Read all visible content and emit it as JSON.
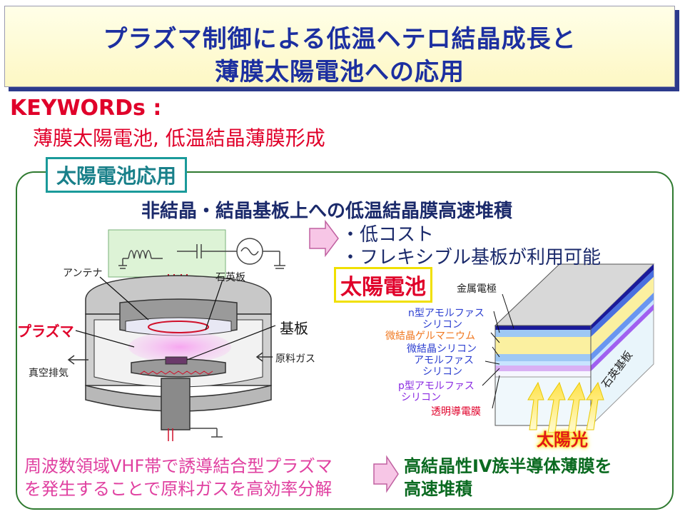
{
  "title": {
    "line1": "プラズマ制御による低温ヘテロ結晶成長と",
    "line2": "薄膜太陽電池への応用"
  },
  "keywords": {
    "label": "KEYWORDs :",
    "text": "薄膜太陽電池, 低温結晶薄膜形成"
  },
  "section": {
    "label": "太陽電池応用",
    "subheading": "非結晶・結晶基板上への低温結晶膜高速堆積",
    "bullets": [
      "・低コスト",
      "・フレキシブル基板が利用可能"
    ],
    "solar_cell_label": "太陽電池"
  },
  "reactor": {
    "antenna": "アンテナ",
    "quartz_plate": "石英板",
    "plasma": "プラズマ",
    "substrate": "基板",
    "vacuum_exhaust": "真空排気",
    "source_gas": "原料ガス"
  },
  "solar_cell": {
    "metal_electrode": "金属電極",
    "layers": [
      {
        "line1": "n型アモルファス",
        "line2": "シリコン",
        "color": "#2c3fd0"
      },
      {
        "line1": "微結晶ゲルマニウム",
        "line2": "",
        "color": "#f07820"
      },
      {
        "line1": "微結晶シリコン",
        "line2": "",
        "color": "#2c3fd0"
      },
      {
        "line1": "アモルファス",
        "line2": "シリコン",
        "color": "#2c3fd0"
      },
      {
        "line1": "p型アモルファス",
        "line2": "シリコン",
        "color": "#8a2be2"
      },
      {
        "line1": "透明導電膜",
        "line2": "",
        "color": "#e0002a"
      }
    ],
    "quartz_substrate": "石英基板",
    "sunlight": "太陽光"
  },
  "bottom": {
    "left_line1": "周波数領域VHF帯で誘導結合型プラズマ",
    "left_line2": "を発生することで原料ガスを高効率分解",
    "right_line1": "高結晶性IV族半導体薄膜を",
    "right_line2": "高速堆積"
  },
  "colors": {
    "title_text": "#1c2fa0",
    "keyword_red": "#e0002a",
    "frame_green": "#2f7a30",
    "section_teal": "#1a9a9a",
    "arrow_pink": "#f7c6e6"
  }
}
